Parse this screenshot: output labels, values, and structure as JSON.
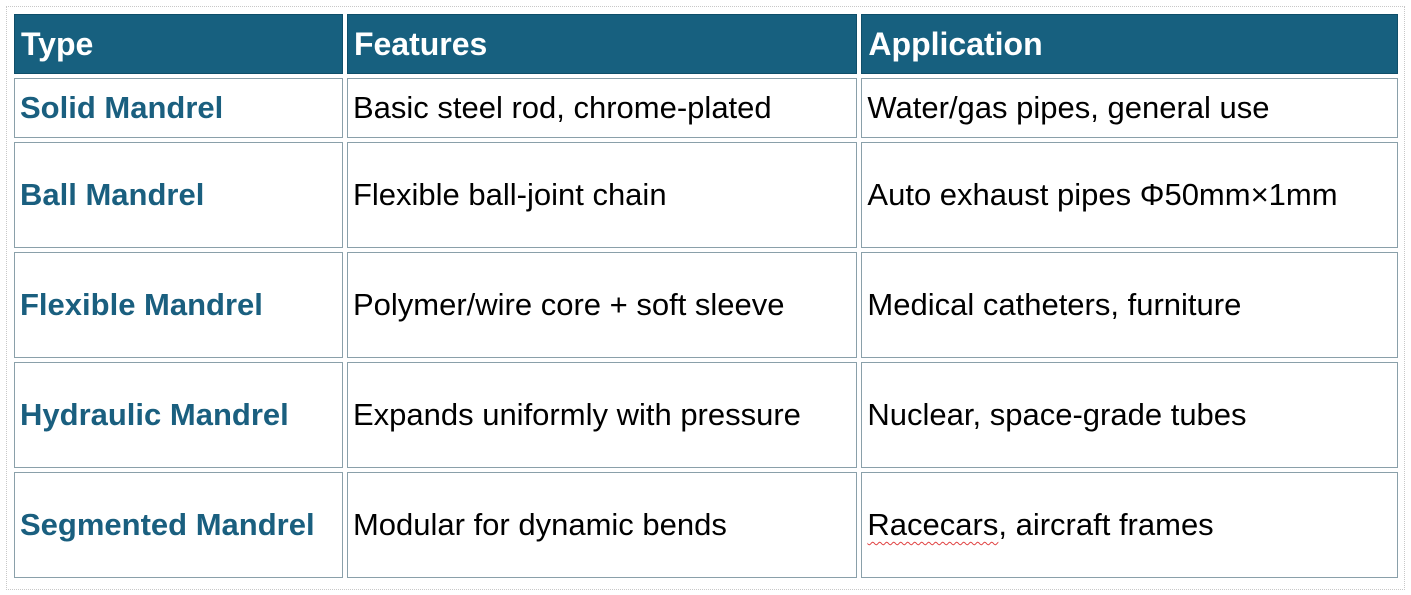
{
  "table": {
    "headers": [
      "Type",
      "Features",
      "Application"
    ],
    "rows": [
      {
        "type": "Solid Mandrel",
        "features": "Basic steel rod, chrome-plated",
        "application": "Water/gas pipes, general use"
      },
      {
        "type": "Ball Mandrel",
        "features": "Flexible ball-joint chain",
        "application": "Auto exhaust pipes Φ50mm×1mm"
      },
      {
        "type": "Flexible Mandrel",
        "features": "Polymer/wire core + soft sleeve",
        "application": "Medical catheters, furniture"
      },
      {
        "type": "Hydraulic Mandrel",
        "features": "Expands uniformly with pressure",
        "application": "Nuclear, space-grade tubes"
      },
      {
        "type": "Segmented Mandrel",
        "features": "Modular for dynamic bends",
        "application_word": "Racecars",
        "application_rest": ", aircraft frames"
      }
    ]
  },
  "colors": {
    "header_bg": "#17607f",
    "header_text": "#ffffff",
    "type_text": "#1a5f7f"
  }
}
